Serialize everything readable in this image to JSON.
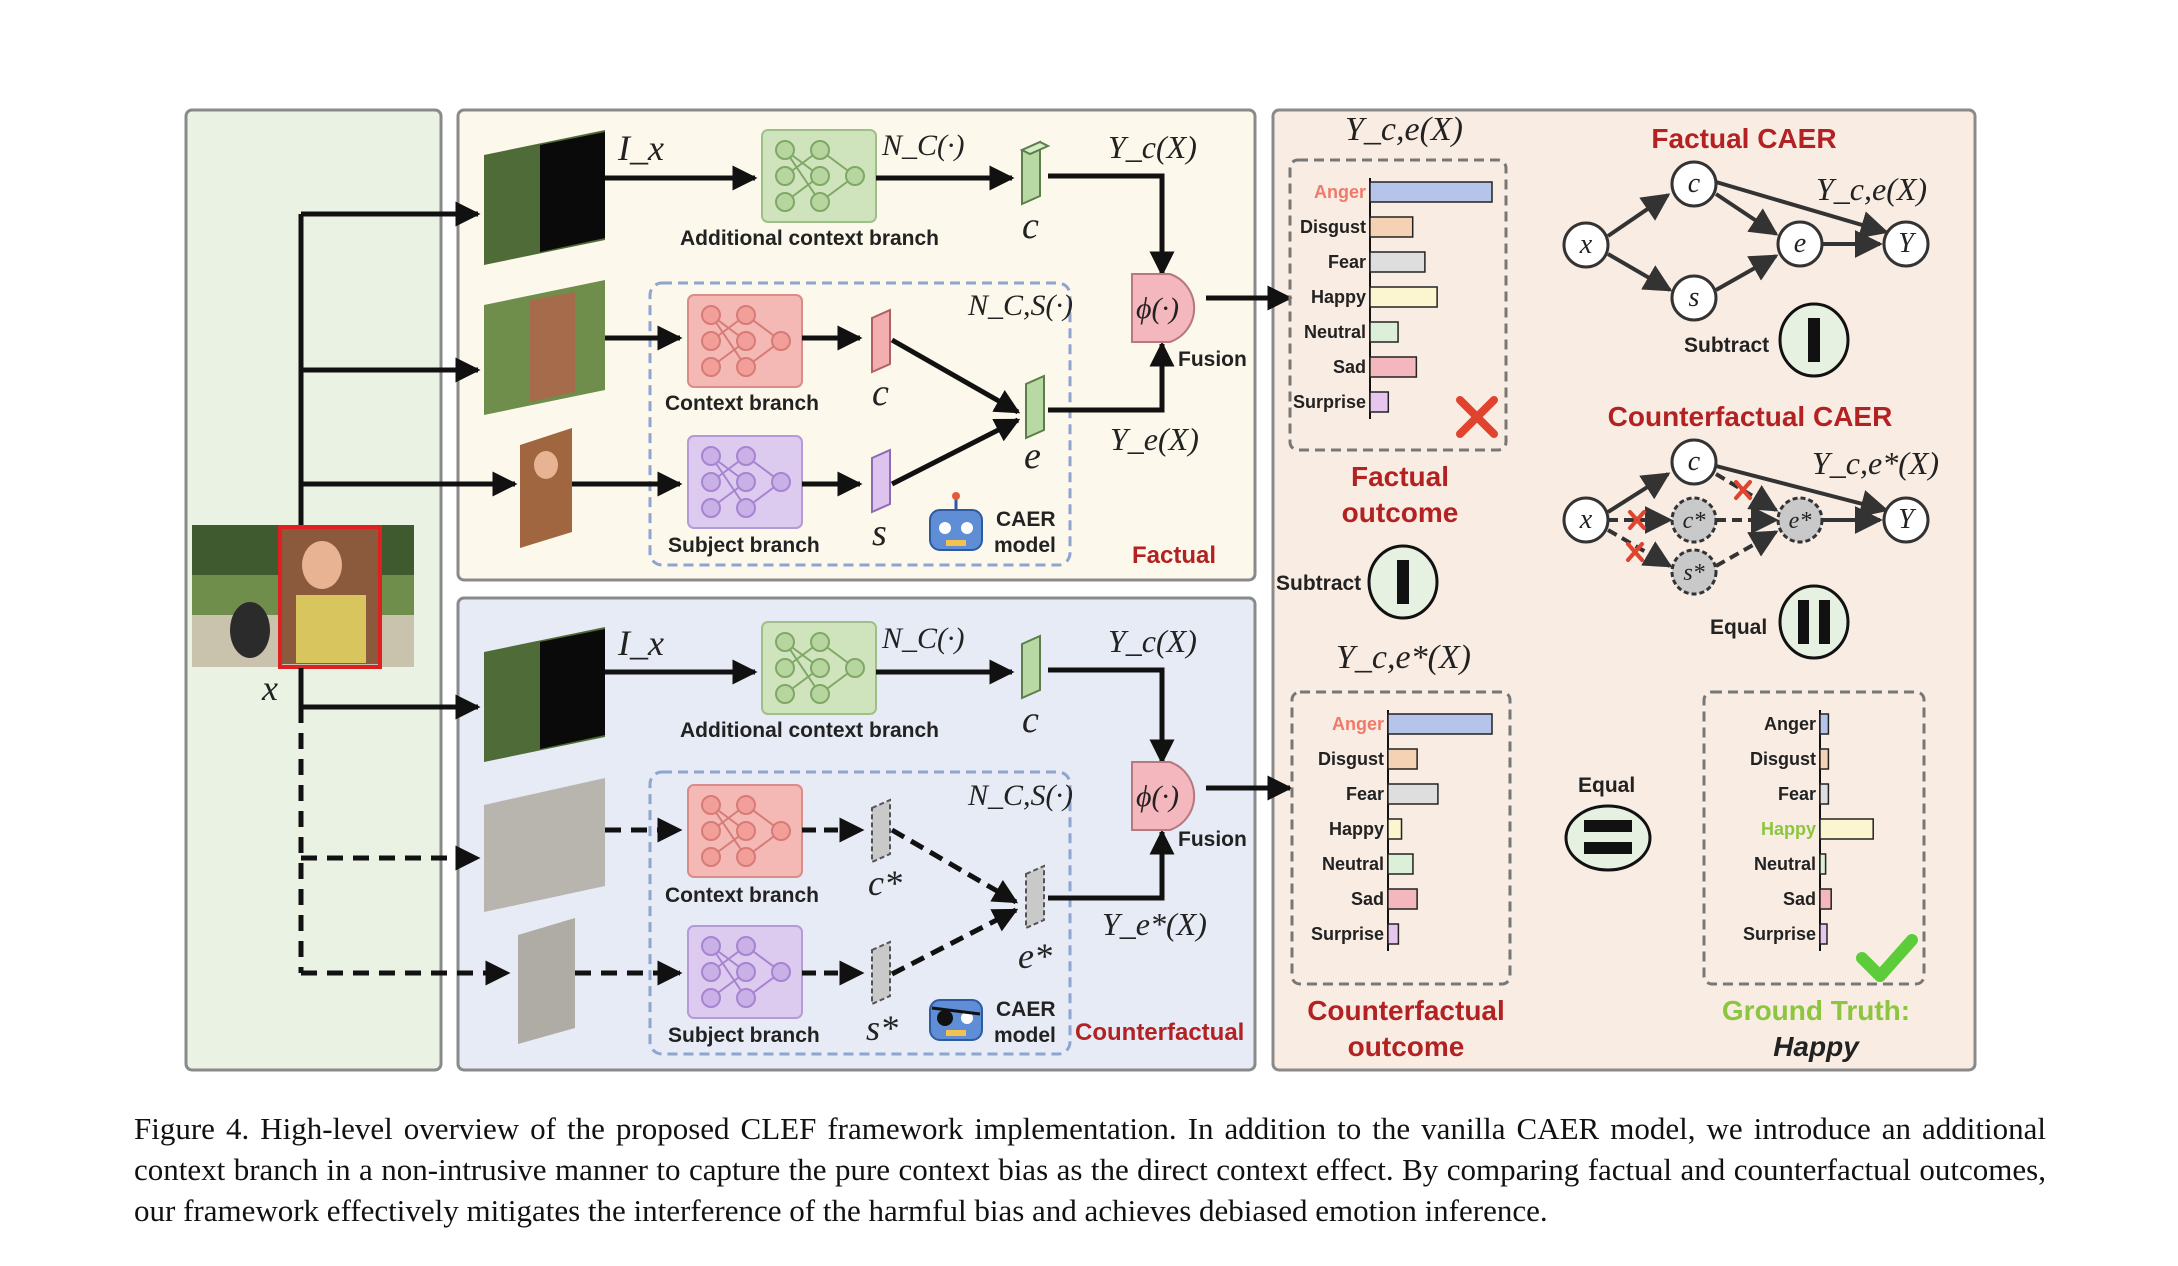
{
  "factual_panel": {
    "title": "Factual",
    "input_label": "I_x",
    "x_label": "x",
    "additional_branch_label": "Additional context branch",
    "nc_label": "N_C(·)",
    "c_label": "c",
    "yc_label": "Y_c(X)",
    "ncs_label": "N_C,S(·)",
    "context_branch_label": "Context branch",
    "subject_branch_label": "Subject branch",
    "c2_label": "c",
    "s_label": "s",
    "e_label": "e",
    "ye_label": "Y_e(X)",
    "fusion_symbol": "ϕ(·)",
    "fusion_label": "Fusion",
    "caer_model_label_1": "CAER",
    "caer_model_label_2": "model"
  },
  "counterfactual_panel": {
    "title": "Counterfactual",
    "input_label": "I_x",
    "additional_branch_label": "Additional context branch",
    "nc_label": "N_C(·)",
    "c_label": "c",
    "yc_label": "Y_c(X)",
    "ncs_label": "N_C,S(·)",
    "context_branch_label": "Context branch",
    "subject_branch_label": "Subject branch",
    "cstar_label": "c*",
    "sstar_label": "s*",
    "estar_label": "e*",
    "yestar_label": "Y_e*(X)",
    "fusion_symbol": "ϕ(·)",
    "fusion_label": "Fusion",
    "caer_model_label_1": "CAER",
    "caer_model_label_2": "model"
  },
  "outcomes": {
    "factual_title": "Y_c,e(X)",
    "factual_caption_1": "Factual",
    "factual_caption_2": "outcome",
    "counterfactual_title": "Y_c,e*(X)",
    "counterfactual_caption_1": "Counterfactual",
    "counterfactual_caption_2": "outcome",
    "ground_truth_caption_1": "Ground Truth:",
    "ground_truth_caption_2": "Happy",
    "subtract_label": "Subtract",
    "equal_label": "Equal"
  },
  "charts": {
    "categories": [
      "Anger",
      "Disgust",
      "Fear",
      "Happy",
      "Neutral",
      "Sad",
      "Surprise"
    ],
    "colors": [
      "#b6c4ea",
      "#f6d2b4",
      "#dedede",
      "#fbf6cf",
      "#dcefd8",
      "#f3b7bd",
      "#e6c6ef"
    ],
    "factual_values": [
      1.0,
      0.35,
      0.45,
      0.55,
      0.23,
      0.38,
      0.15
    ],
    "factual_highlight": "Anger",
    "counterfactual_values": [
      1.0,
      0.28,
      0.48,
      0.13,
      0.24,
      0.28,
      0.1
    ],
    "counterfactual_highlight": "Anger",
    "ground_truth_values": [
      0.06,
      0.06,
      0.06,
      0.38,
      0.04,
      0.08,
      0.05
    ],
    "ground_truth_highlight": "Happy"
  },
  "graphs": {
    "factual_title": "Factual CAER",
    "factual_yce": "Y_c,e(X)",
    "counterfactual_title": "Counterfactual CAER",
    "counterfactual_yce": "Y_c,e*(X)",
    "nodes": {
      "x": "x",
      "c": "c",
      "s": "s",
      "e": "e",
      "y": "Y",
      "cstar": "c*",
      "sstar": "s*",
      "estar": "e*"
    },
    "subtract_label": "Subtract",
    "equal_label": "Equal"
  },
  "colors": {
    "factual_bg": "#fdf8ec",
    "counterfactual_bg": "#e7ebf6",
    "outcome_bg": "#f9ece3",
    "input_bg": "#eaf3e3",
    "accent_red": "#b22222",
    "ground_truth_green": "#8cc63f"
  },
  "caption": "Figure 4. High-level overview of the proposed CLEF framework implementation. In addition to the vanilla CAER model, we introduce an additional context branch in a non-intrusive manner to capture the pure context bias as the direct context effect. By comparing factual and counterfactual outcomes, our framework effectively mitigates the interference of the harmful bias and achieves debiased emotion inference."
}
